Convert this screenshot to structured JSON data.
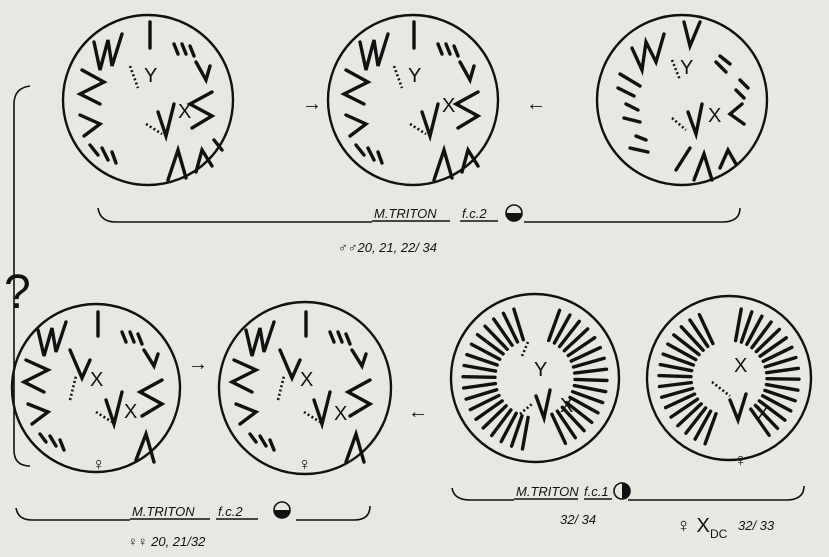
{
  "colors": {
    "background": "#e8e8e3",
    "ink": "#111111"
  },
  "cells": [
    {
      "id": "top-1",
      "chromosome_labels": [
        "Y",
        "X"
      ]
    },
    {
      "id": "top-2",
      "chromosome_labels": [
        "Y",
        "X"
      ]
    },
    {
      "id": "top-3",
      "chromosome_labels": [
        "Y",
        "X"
      ]
    },
    {
      "id": "bottom-1",
      "chromosome_labels": [
        "X",
        "X"
      ],
      "sex_symbol": "♀"
    },
    {
      "id": "bottom-2",
      "chromosome_labels": [
        "X",
        "X"
      ],
      "sex_symbol": "♀"
    },
    {
      "id": "bottom-3",
      "chromosome_labels": [
        "Y",
        "X"
      ]
    },
    {
      "id": "bottom-4",
      "chromosome_labels": [
        "X",
        "X"
      ],
      "sex_symbol": "♀"
    }
  ],
  "arrows": {
    "right": "→",
    "left": "←"
  },
  "question_mark": "?",
  "groups": {
    "top": {
      "strain_label": "M.TRITON",
      "fc_label": "f.c.2",
      "count_label": "♂♂20, 21, 22/ 34",
      "symbol": "half-filled-bottom"
    },
    "bottom_left": {
      "strain_label": "M.TRITON",
      "fc_label": "f.c.2",
      "count_label": "♀♀ 20, 21/32",
      "symbol": "half-filled-bottom"
    },
    "bottom_right": {
      "strain_label": "M.TRITON",
      "fc_label": "f.c.1",
      "count_label": "32/ 34",
      "symbol": "half-filled-right",
      "extra_label": "♀ X",
      "extra_sub": "DC",
      "extra_count": "32/ 33"
    }
  }
}
